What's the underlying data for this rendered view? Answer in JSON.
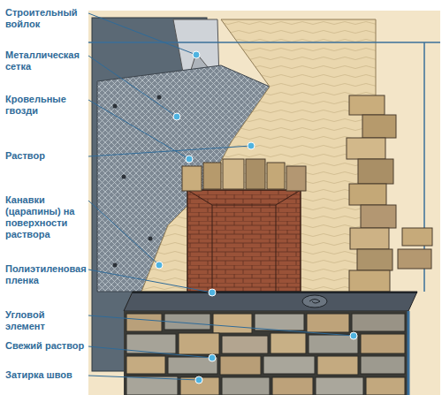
{
  "diagram": {
    "labels": [
      "Строительный войлок",
      "Металлическая сетка",
      "Кровельные гвозди",
      "Раствор",
      "Канавки (царапины) на поверхности раствора",
      "Полиэтиленовая пленка",
      "Угловой элемент",
      "Свежий раствор",
      "Затирка швов"
    ]
  }
}
